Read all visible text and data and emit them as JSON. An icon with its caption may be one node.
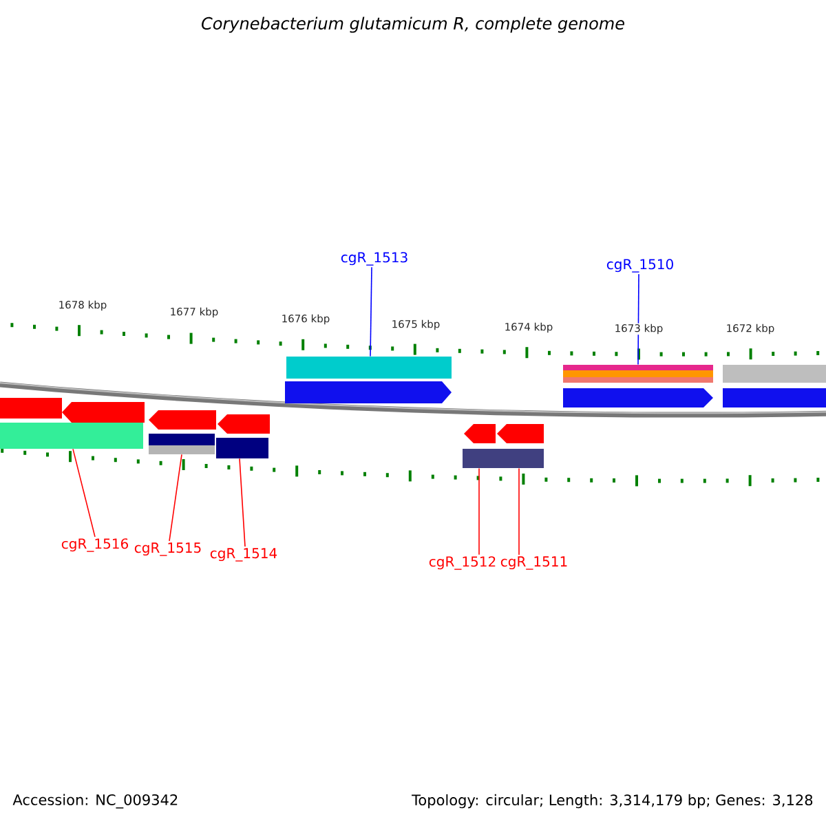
{
  "diagram": {
    "title": "Corynebacterium glutamicum R, complete genome",
    "nodes": [
      {
        "text": [
          "cgR_1513"
        ]
      },
      {
        "text": [
          "cgR_1510"
        ]
      },
      {
        "text": [],
        "shape": "bar"
      },
      {
        "text": [],
        "shape": "bar"
      },
      {
        "text": [],
        "shape": "bar"
      },
      {
        "text": [],
        "shape": "bar"
      },
      {
        "text": [],
        "shape": "bar"
      },
      {
        "text": [],
        "shape": "bar"
      },
      {
        "text": [
          "cgR_1516"
        ]
      },
      {
        "text": [
          "cgR_1515"
        ]
      },
      {
        "text": [
          "cgR_1514"
        ]
      },
      {
        "text": [
          "cgR_1512"
        ]
      },
      {
        "text": [
          "cgR_1511"
        ]
      }
    ],
    "edges": [
      {
        "from": 0,
        "to": 2,
        "arrow": "none",
        "color": "#0000ff"
      },
      {
        "from": 1,
        "to": 3,
        "arrow": "none",
        "color": "#0000ff"
      },
      {
        "from": 8,
        "to": 4,
        "arrow": "none"
      },
      {
        "from": 9,
        "to": 5,
        "arrow": "none"
      },
      {
        "from": 10,
        "to": 6,
        "arrow": "none"
      },
      {
        "from": 11,
        "to": 7,
        "arrow": "none"
      },
      {
        "from": 12,
        "to": 7,
        "arrow": "none"
      }
    ],
    "labels": [
      "1678 kbp",
      "1677 kbp",
      "1676 kbp",
      "1675 kbp",
      "1674 kbp",
      "1673 kbp",
      "1672 kbp",
      "Accession: NC_009342",
      "Topology: circular; Length: 3,314,179 bp; Genes: 3,128"
    ]
  }
}
